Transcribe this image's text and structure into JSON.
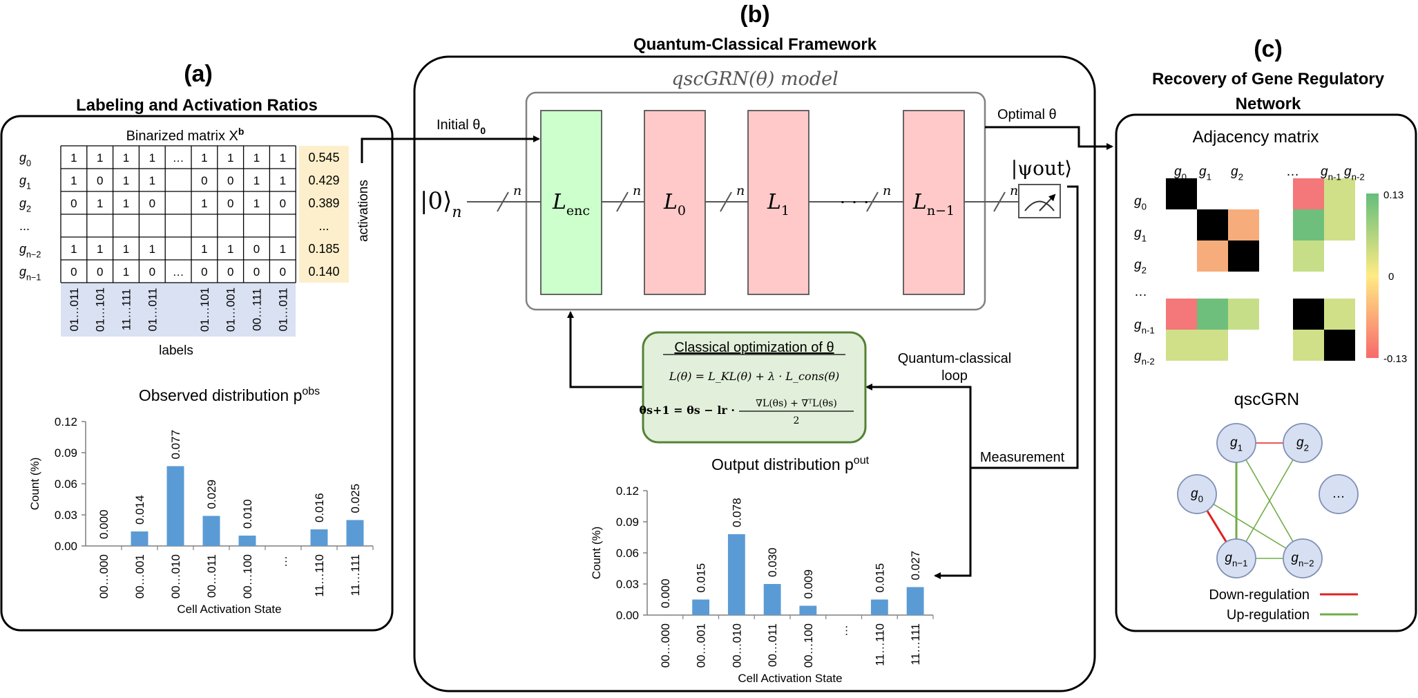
{
  "panel_a": {
    "letter": "(a)",
    "title": "Labeling and Activation Ratios",
    "matrix_title": "Binarized matrix X",
    "matrix_title_sup": "b",
    "row_labels": [
      {
        "base": "g",
        "sub": "0"
      },
      {
        "base": "g",
        "sub": "1"
      },
      {
        "base": "g",
        "sub": "2"
      },
      {
        "base": "...",
        "sub": ""
      },
      {
        "base": "g",
        "sub": "n−2"
      },
      {
        "base": "g",
        "sub": "n−1"
      }
    ],
    "matrix_rows": [
      [
        "1",
        "1",
        "1",
        "1",
        "…",
        "1",
        "1",
        "1",
        "1"
      ],
      [
        "1",
        "0",
        "1",
        "1",
        "",
        "0",
        "0",
        "1",
        "1"
      ],
      [
        "0",
        "1",
        "1",
        "0",
        "",
        "1",
        "0",
        "1",
        "0"
      ],
      [
        "",
        "",
        "",
        "",
        "",
        "",
        "",
        "",
        ""
      ],
      [
        "1",
        "1",
        "1",
        "1",
        "",
        "1",
        "1",
        "0",
        "1"
      ],
      [
        "0",
        "0",
        "1",
        "0",
        "…",
        "0",
        "0",
        "0",
        "0"
      ]
    ],
    "activation_ratios": [
      "0.545",
      "0.429",
      "0.389",
      "...",
      "0.185",
      "0.140"
    ],
    "activations_label": "activations",
    "column_labels": [
      "01…011",
      "01…101",
      "11…111",
      "01…011",
      "",
      "01…101",
      "01…001",
      "00…111",
      "01…011"
    ],
    "labels_caption": "labels",
    "colors": {
      "activation_bg": "#fdefcb",
      "label_bg": "#d9e1f2"
    }
  },
  "panel_b": {
    "letter": "(b)",
    "title": "Quantum-Classical Framework",
    "model_title": "qscGRN(θ) model",
    "initial_label": "Initial θ",
    "initial_sub": "0",
    "optimal_label": "Optimal θ",
    "input_state": "|0⟩",
    "input_sub": "n",
    "wire_n": "n",
    "output_state": "|ψout⟩",
    "layers": [
      {
        "name": "L",
        "sub": "enc",
        "color": "#ccffcc"
      },
      {
        "name": "L",
        "sub": "0",
        "color": "#ffc9c9"
      },
      {
        "name": "L",
        "sub": "1",
        "color": "#ffc9c9"
      },
      {
        "name": "L",
        "sub": "n−1",
        "color": "#ffc9c9"
      }
    ],
    "dots": "· · ·",
    "optimization_title": "Classical optimization of θ",
    "loss_equation": "L(θ) = L_KL(θ) + λ · L_cons(θ)",
    "update_lhs": "θs+1 = θs − lr ·",
    "update_num": "∇L(θs) + ∇ᵀL(θs)",
    "update_den": "2",
    "loop_label_1": "Quantum-classical",
    "loop_label_2": "loop",
    "measurement_label": "Measurement",
    "colors": {
      "opt_box_fill": "#e2efda",
      "opt_box_stroke": "#548235"
    }
  },
  "panel_c": {
    "letter": "(c)",
    "title_line1": "Recovery of Gene Regulatory",
    "title_line2": "Network",
    "adjacency_title": "Adjacency matrix",
    "col_labels": [
      {
        "base": "g",
        "sub": "0"
      },
      {
        "base": "g",
        "sub": "1"
      },
      {
        "base": "g",
        "sub": "2"
      },
      {
        "base": "…",
        "sub": ""
      },
      {
        "base": "g",
        "sub": "n-1"
      },
      {
        "base": "g",
        "sub": "n-2"
      }
    ],
    "row_labels": [
      {
        "base": "g",
        "sub": "0"
      },
      {
        "base": "g",
        "sub": "1"
      },
      {
        "base": "g",
        "sub": "2"
      },
      {
        "base": "…",
        "sub": ""
      },
      {
        "base": "g",
        "sub": "n-1"
      },
      {
        "base": "g",
        "sub": "n-2"
      }
    ],
    "heatmap": [
      [
        "#000000",
        "",
        "",
        "",
        "#f4777a",
        "#cfe089"
      ],
      [
        "",
        "#000000",
        "#f6ad7b",
        "",
        "#6fbf7c",
        "#cfe089"
      ],
      [
        "",
        "#f6ad7b",
        "#000000",
        "",
        "#c7de88",
        ""
      ],
      [
        "",
        "",
        "",
        "",
        "",
        ""
      ],
      [
        "#f4777a",
        "#6fbf7c",
        "#c7de88",
        "",
        "#000000",
        "#cfe089"
      ],
      [
        "#cfe089",
        "#cfe089",
        "",
        "",
        "#cfe089",
        "#000000"
      ]
    ],
    "colorbar_ticks": [
      "0.13",
      "0",
      "-0.13"
    ],
    "network_title": "qscGRN",
    "nodes": [
      {
        "base": "g",
        "sub": "1"
      },
      {
        "base": "g",
        "sub": "2"
      },
      {
        "base": "g",
        "sub": "0"
      },
      {
        "base": "…",
        "sub": ""
      },
      {
        "base": "g",
        "sub": "n−1"
      },
      {
        "base": "g",
        "sub": "n−2"
      }
    ],
    "legend": [
      {
        "label": "Down-regulation",
        "color": "#e02020"
      },
      {
        "label": "Up-regulation",
        "color": "#70ad47"
      }
    ],
    "colors": {
      "node_fill": "#d6e0f2",
      "node_stroke": "#7f8fb4"
    }
  },
  "chart_data": [
    {
      "type": "bar",
      "title": "Observed distribution p",
      "title_sup": "obs",
      "xlabel": "Cell Activation State",
      "ylabel": "Count (%)",
      "ylim": [
        0,
        0.12
      ],
      "yticks": [
        "0.00",
        "0.03",
        "0.06",
        "0.09",
        "0.12"
      ],
      "categories": [
        "00…000",
        "00…001",
        "00…010",
        "00…011",
        "00…100",
        "…",
        "11…110",
        "11…111"
      ],
      "values": [
        0.0,
        0.014,
        0.077,
        0.029,
        0.01,
        null,
        0.016,
        0.025
      ],
      "data_labels": [
        "0.000",
        "0.014",
        "0.077",
        "0.029",
        "0.010",
        "",
        "0.016",
        "0.025"
      ],
      "color": "#5b9bd5"
    },
    {
      "type": "bar",
      "title": "Output distribution p",
      "title_sup": "out",
      "xlabel": "Cell Activation State",
      "ylabel": "Count (%)",
      "ylim": [
        0,
        0.12
      ],
      "yticks": [
        "0.00",
        "0.03",
        "0.06",
        "0.09",
        "0.12"
      ],
      "categories": [
        "00…000",
        "00…001",
        "00…010",
        "00…011",
        "00…100",
        "…",
        "11…110",
        "11…111"
      ],
      "values": [
        0.0,
        0.015,
        0.078,
        0.03,
        0.009,
        null,
        0.015,
        0.027
      ],
      "data_labels": [
        "0.000",
        "0.015",
        "0.078",
        "0.030",
        "0.009",
        "",
        "0.015",
        "0.027"
      ],
      "color": "#5b9bd5"
    }
  ]
}
